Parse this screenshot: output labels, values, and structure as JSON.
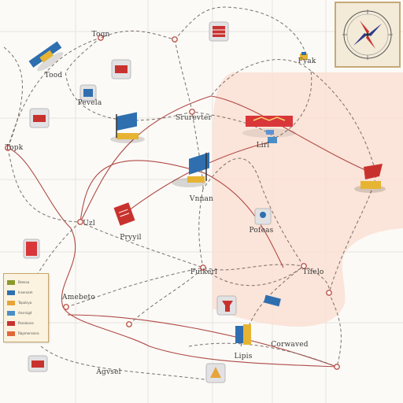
{
  "map": {
    "places": [
      {
        "id": "togn",
        "label": "Togn"
      },
      {
        "id": "tood",
        "label": "Tood"
      },
      {
        "id": "fyak",
        "label": "Fyak"
      },
      {
        "id": "pevela",
        "label": "Pevela"
      },
      {
        "id": "srurevter",
        "label": "Srurevter"
      },
      {
        "id": "topk",
        "label": "Topk"
      },
      {
        "id": "lirl",
        "label": "Lirl"
      },
      {
        "id": "vnnan",
        "label": "Vnnan"
      },
      {
        "id": "uzl",
        "label": "Uzl"
      },
      {
        "id": "pryyil",
        "label": "Pryyil"
      },
      {
        "id": "pofeas",
        "label": "Pofeas"
      },
      {
        "id": "fuikerl",
        "label": "Fuikerl"
      },
      {
        "id": "amebeto",
        "label": "Amebeto"
      },
      {
        "id": "tifelo",
        "label": "Tifelo"
      },
      {
        "id": "corwaved",
        "label": "Corwaved"
      },
      {
        "id": "lipis",
        "label": "Lipis"
      },
      {
        "id": "agvsel",
        "label": "Agvsel"
      }
    ],
    "icons": [
      {
        "id": "flag-icon-1",
        "name": "blue-flag-icon"
      },
      {
        "id": "flag-icon-2",
        "name": "blue-flag-icon"
      },
      {
        "id": "flag-icon-3",
        "name": "blue-flag-icon"
      },
      {
        "id": "flag-icon-4",
        "name": "red-flag-icon"
      },
      {
        "id": "flag-icon-5",
        "name": "red-banner-icon"
      },
      {
        "id": "flag-icon-6",
        "name": "red-flag-icon"
      },
      {
        "id": "flag-icon-7",
        "name": "blue-flag-icon"
      },
      {
        "id": "building-icon-1",
        "name": "building-icon"
      },
      {
        "id": "building-icon-2",
        "name": "building-icon"
      },
      {
        "id": "building-icon-3",
        "name": "building-icon"
      },
      {
        "id": "building-icon-4",
        "name": "building-icon"
      },
      {
        "id": "building-icon-5",
        "name": "building-icon"
      },
      {
        "id": "building-icon-6",
        "name": "building-icon"
      },
      {
        "id": "building-icon-7",
        "name": "building-icon"
      },
      {
        "id": "building-icon-8",
        "name": "building-icon"
      },
      {
        "id": "building-icon-9",
        "name": "building-icon"
      }
    ],
    "region_color": "#fadfd4",
    "route_color": "#b04a45",
    "dashed_color": "#7b6f69"
  },
  "legend": {
    "items": [
      {
        "label": "Bzesoa",
        "color": "#8a9a2d"
      },
      {
        "label": "Inserxam",
        "color": "#2f6fb0"
      },
      {
        "label": "Topolsya",
        "color": "#e6a43a"
      },
      {
        "label": "Ansrsigd",
        "color": "#4a8ec8"
      },
      {
        "label": "Paroloona",
        "color": "#c8322e"
      },
      {
        "label": "Rbpmerssera",
        "color": "#e0683a"
      }
    ]
  },
  "compass": {
    "icon": "compass-rose-icon"
  }
}
